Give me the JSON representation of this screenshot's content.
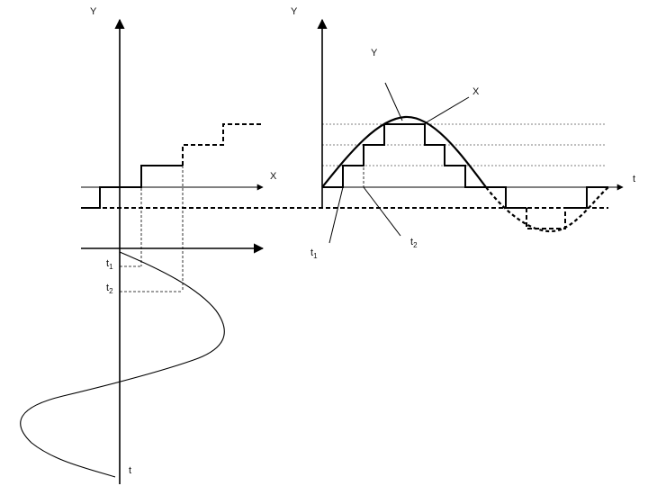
{
  "labels": {
    "left_y_axis": "Y",
    "left_x_axis": "X",
    "left_t_axis": "t",
    "left_t1": "t",
    "left_t1_sub": "1",
    "left_t2": "t",
    "left_t2_sub": "2",
    "right_y_axis": "Y",
    "right_t_axis": "t",
    "right_y_curve": "Y",
    "right_x_curve": "X",
    "right_t1": "t",
    "right_t1_sub": "1",
    "right_t2": "t",
    "right_t2_sub": "2"
  }
}
